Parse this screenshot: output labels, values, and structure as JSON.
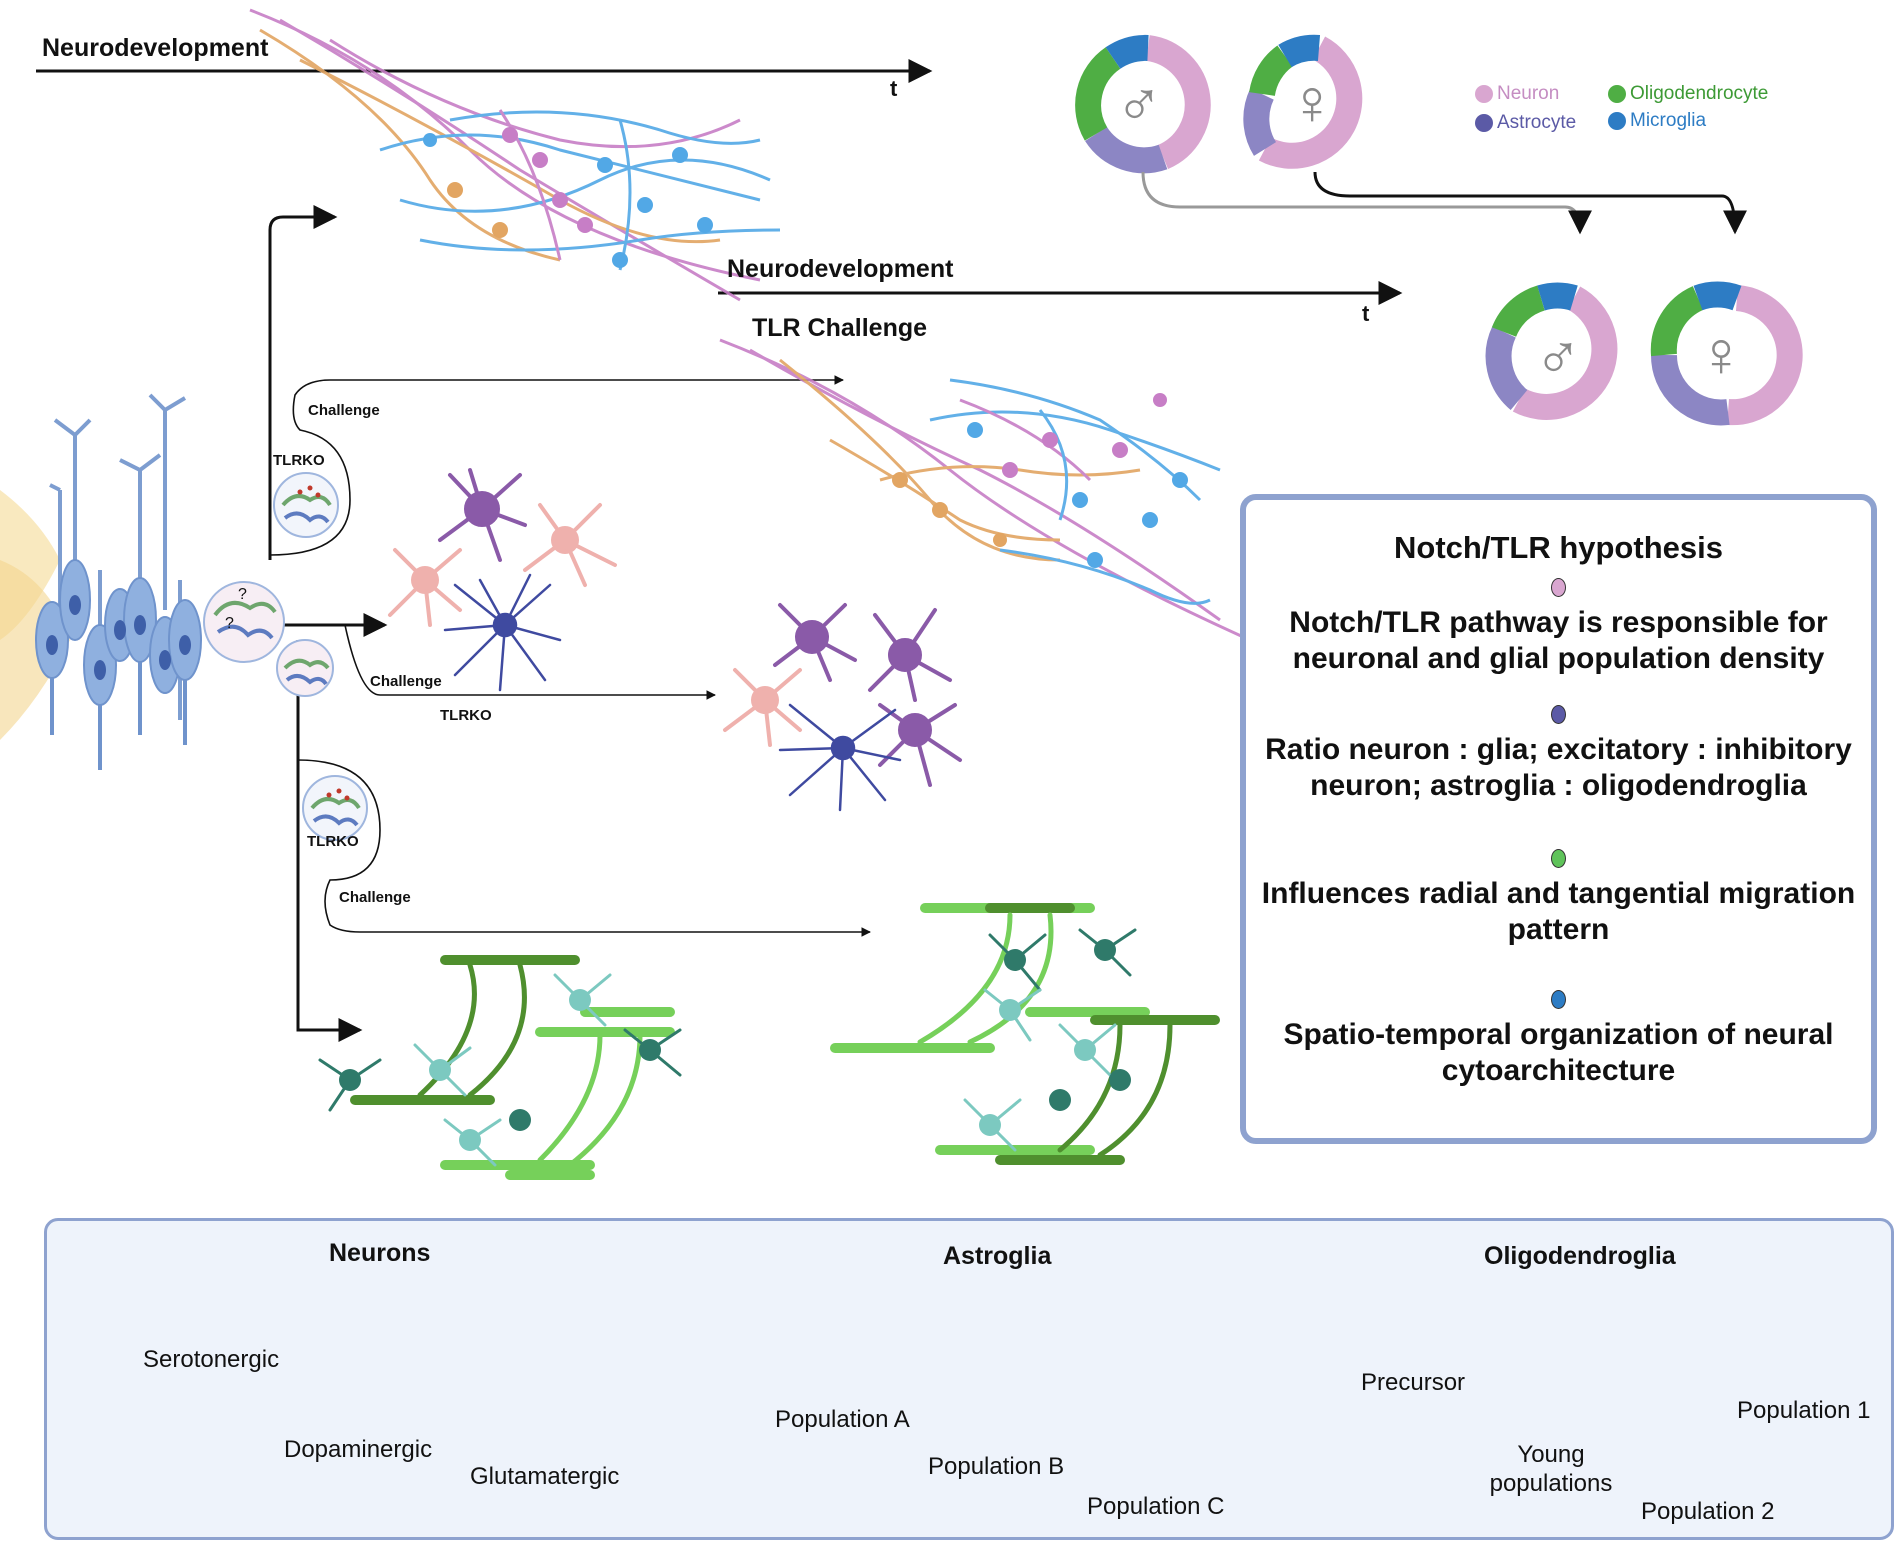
{
  "axes": {
    "top": {
      "title": "Neurodevelopment",
      "t": "t"
    },
    "middle": {
      "title": "Neurodevelopment",
      "t": "t",
      "subtitle": "TLR Challenge"
    }
  },
  "branch_labels": {
    "challenge_1": "Challenge",
    "tlrko_1": "TLRKO",
    "challenge_2": "Challenge",
    "tlrko_2": "TLRKO",
    "tlrko_3": "TLRKO",
    "challenge_3": "Challenge"
  },
  "question_marks": [
    "?",
    "?"
  ],
  "donut_legend": [
    {
      "label": "Neuron",
      "color": "#d9a6d0"
    },
    {
      "label": "Astrocyte",
      "color": "#8c86c4"
    },
    {
      "label": "Oligodendrocyte",
      "color": "#4fae44"
    },
    {
      "label": "Microglia",
      "color": "#2d7cc4"
    }
  ],
  "sex_symbols": {
    "male": "♂",
    "female": "♀"
  },
  "hypothesis": {
    "title": "Notch/TLR hypothesis",
    "items": [
      {
        "text": "Notch/TLR pathway is responsible for neuronal and glial population density",
        "color": "#d9a6d0"
      },
      {
        "text": "Ratio neuron : glia; excitatory : inhibitory neuron; astroglia : oligodendroglia",
        "color": "#5b5aa6"
      },
      {
        "text": "Influences radial and tangential migration pattern",
        "color": "#5fc35a"
      },
      {
        "text": "Spatio-temporal organization of neural cytoarchitecture",
        "color": "#2d7cc4"
      }
    ]
  },
  "legend": {
    "neurons": {
      "title": "Neurons",
      "items": [
        "Serotonergic",
        "Dopaminergic",
        "Glutamatergic"
      ]
    },
    "astroglia": {
      "title": "Astroglia",
      "items": [
        "Population A",
        "Population B",
        "Population C"
      ]
    },
    "oligodendroglia": {
      "title": "Oligodendroglia",
      "items": [
        "Precursor",
        "Young populations",
        "Population 1",
        "Population 2"
      ]
    }
  },
  "colors": {
    "serotonergic": "#c77ec6",
    "dopaminergic": "#e2a562",
    "glutamatergic": "#52a8e6",
    "astro_a": "#8a5aa8",
    "astro_b": "#efb1ad",
    "astro_c": "#3f4aa0",
    "oligo_precursor": "#7cc9c0",
    "oligo_young": "#2f7a6a",
    "oligo_pop1": "#4f8f2e",
    "oligo_pop2": "#76d05a",
    "radial_glia": "#6f93cc",
    "box_border": "#8ea2cf"
  }
}
